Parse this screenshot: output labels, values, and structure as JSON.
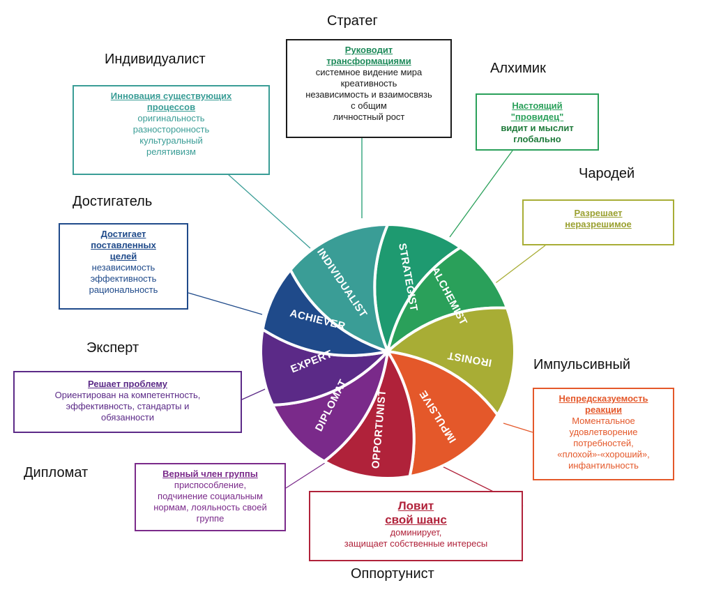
{
  "stages": [
    {
      "id": "strategist",
      "title": "Стратег",
      "wheel": "STRATEGIST",
      "color": "#1e9a70",
      "head": [
        "Руководит",
        "трансформациями"
      ],
      "lines": [
        "системное видение мира",
        "креативность",
        "независимость и взаимосвязь",
        "с общим",
        "личностный рост"
      ]
    },
    {
      "id": "individualist",
      "title": "Индивидуалист",
      "wheel": "INDIVIDUALIST",
      "color": "#3a9d96",
      "head": [
        "Инновация существующих",
        "процессов"
      ],
      "lines": [
        "оригинальность",
        "разносторонность",
        "культуральный",
        "релятивизм"
      ]
    },
    {
      "id": "alchemist",
      "title": "Алхимик",
      "wheel": "ALCHEMIST",
      "color": "#2aa05a",
      "head": [
        "Настоящий",
        "\"провидец\""
      ],
      "lines": [
        "видит и мыслит",
        "глобально"
      ]
    },
    {
      "id": "ironist",
      "title": "Чародей",
      "wheel": "IRONIST",
      "color": "#a8ad35",
      "head": [
        "Разрешает",
        "неразрешимое"
      ],
      "lines": []
    },
    {
      "id": "achiever",
      "title": "Достигатель",
      "wheel": "ACHIEVER",
      "color": "#1f4a8a",
      "head": [
        "Достигает",
        "поставленных",
        "целей"
      ],
      "lines": [
        "независимость",
        "эффективность",
        "рациональность"
      ]
    },
    {
      "id": "expert",
      "title": "Эксперт",
      "wheel": "EXPERT",
      "color": "#5b2a87",
      "head": [
        "Решает проблему"
      ],
      "lines": [
        "Ориентирован на компетентность,",
        "эффективность, стандарты и",
        "обязанности"
      ]
    },
    {
      "id": "impulsive",
      "title": "Импульсивный",
      "wheel": "IMPULSIVE",
      "color": "#e4582a",
      "head": [
        "Непредсказуемость",
        "реакции"
      ],
      "lines": [
        "Моментальное",
        "удовлетворение",
        "потребностей,",
        "«плохой»-«хороший»,",
        "инфантильность"
      ]
    },
    {
      "id": "diplomat",
      "title": "Дипломат",
      "wheel": "DIPLOMAT",
      "color": "#7a2a8a",
      "head": [
        "Верный член группы"
      ],
      "lines": [
        "приспособление,",
        "подчинение социальным",
        "нормам, лояльность своей",
        "группе"
      ]
    },
    {
      "id": "opportunist",
      "title": "Оппортунист",
      "wheel": "OPPORTUNIST",
      "color": "#b0223a",
      "head": [
        "Ловит",
        "свой шанс"
      ],
      "lines": [
        "доминирует,",
        "защищает собственные интересы"
      ]
    }
  ]
}
